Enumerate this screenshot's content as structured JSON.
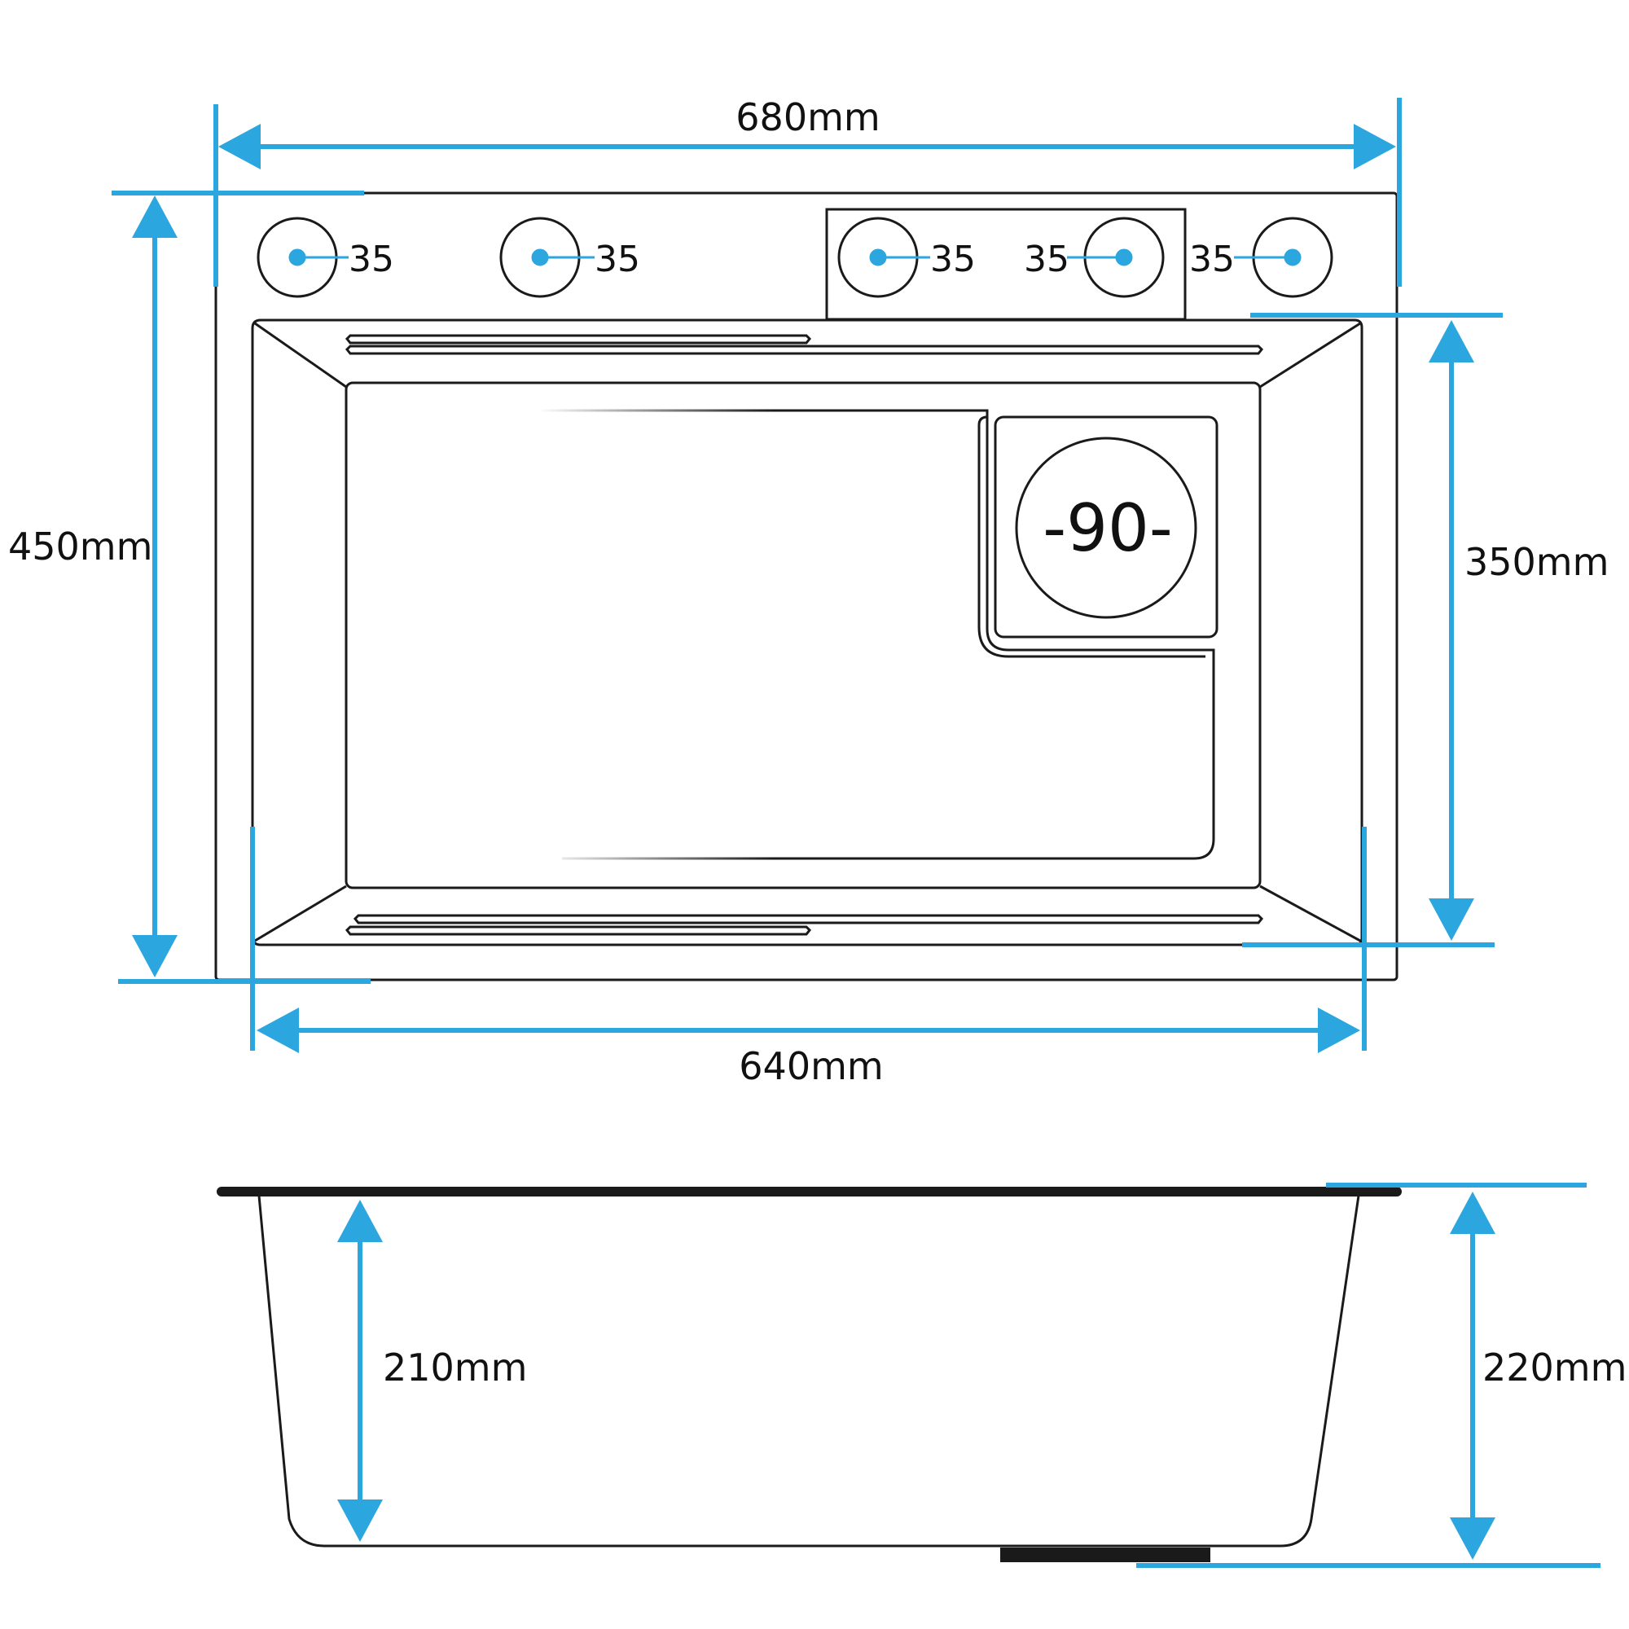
{
  "colors": {
    "dimension": "#2ca6de",
    "outline": "#1a1a1a",
    "background": "#ffffff"
  },
  "top_view": {
    "overall_width": "680mm",
    "overall_depth": "450mm",
    "bowl_width": "640mm",
    "bowl_depth": "350mm",
    "drain_label": "-90-",
    "hole_labels": [
      "35",
      "35",
      "35",
      "35",
      "35"
    ]
  },
  "side_view": {
    "inner_depth": "210mm",
    "total_depth": "220mm"
  }
}
